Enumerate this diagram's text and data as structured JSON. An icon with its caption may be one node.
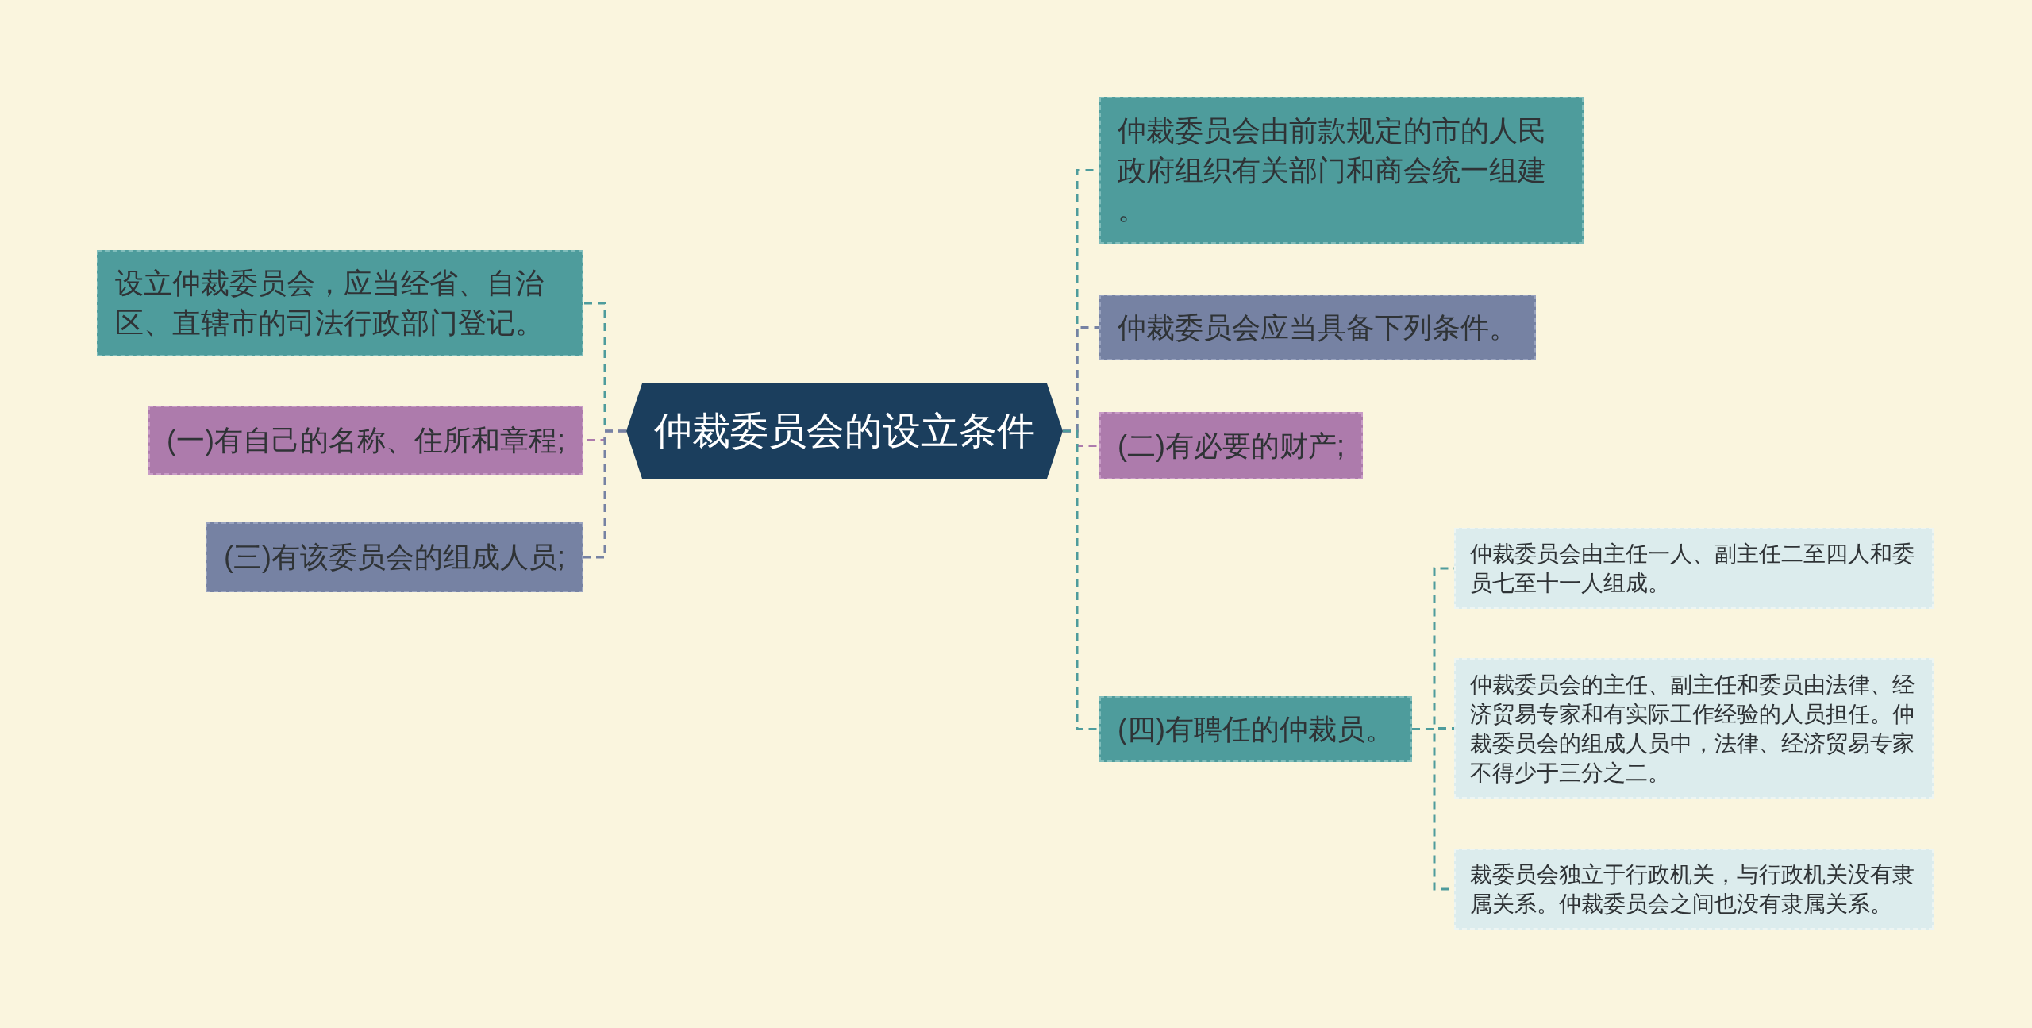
{
  "diagram": {
    "nodes": [
      {
        "text": [
          "仲裁委员会的设立条件"
        ]
      },
      {
        "text": [
          "设立仲裁委员会，应当经省、自治区、直辖市的司法行政部门登记。"
        ]
      },
      {
        "text": [
          "(一)有自己的名称、住所和章程;"
        ]
      },
      {
        "text": [
          "(三)有该委员会的组成人员;"
        ]
      },
      {
        "text": [
          "仲裁委员会由前款规定的市的人民政府组织有关部门和商会统一组建。"
        ]
      },
      {
        "text": [
          "仲裁委员会应当具备下列条件。"
        ]
      },
      {
        "text": [
          "(二)有必要的财产;"
        ]
      },
      {
        "text": [
          "(四)有聘任的仲裁员。"
        ]
      },
      {
        "text": [
          "仲裁委员会由主任一人、副主任二至四人和委员七至十一人组成。"
        ]
      },
      {
        "text": [
          "仲裁委员会的主任、副主任和委员由法律、经济贸易专家和有实际工作经验的人员担任。仲裁委员会的组成人员中，法律、经济贸易专家不得少于三分之二。"
        ]
      },
      {
        "text": [
          "裁委员会独立于行政机关，与行政机关没有隶属关系。仲裁委员会之间也没有隶属关系。"
        ]
      }
    ],
    "edges": [
      {
        "from": 0,
        "to": 1,
        "arrow": "none",
        "style": "dashed"
      },
      {
        "from": 0,
        "to": 2,
        "arrow": "none",
        "style": "dashed",
        "color": "#ad7bac"
      },
      {
        "from": 0,
        "to": 3,
        "arrow": "none",
        "style": "dashed",
        "color": "#7682a3"
      },
      {
        "from": 0,
        "to": 4,
        "arrow": "none",
        "style": "dashed"
      },
      {
        "from": 0,
        "to": 5,
        "arrow": "none",
        "style": "dashed",
        "color": "#7682a3"
      },
      {
        "from": 0,
        "to": 6,
        "arrow": "none",
        "style": "dashed",
        "color": "#ad7bac"
      },
      {
        "from": 0,
        "to": 7,
        "arrow": "none",
        "style": "dashed"
      },
      {
        "from": 7,
        "to": 8,
        "arrow": "none",
        "style": "dashed"
      },
      {
        "from": 7,
        "to": 9,
        "arrow": "none",
        "style": "dashed"
      },
      {
        "from": 7,
        "to": 10,
        "arrow": "none",
        "style": "dashed"
      }
    ]
  }
}
